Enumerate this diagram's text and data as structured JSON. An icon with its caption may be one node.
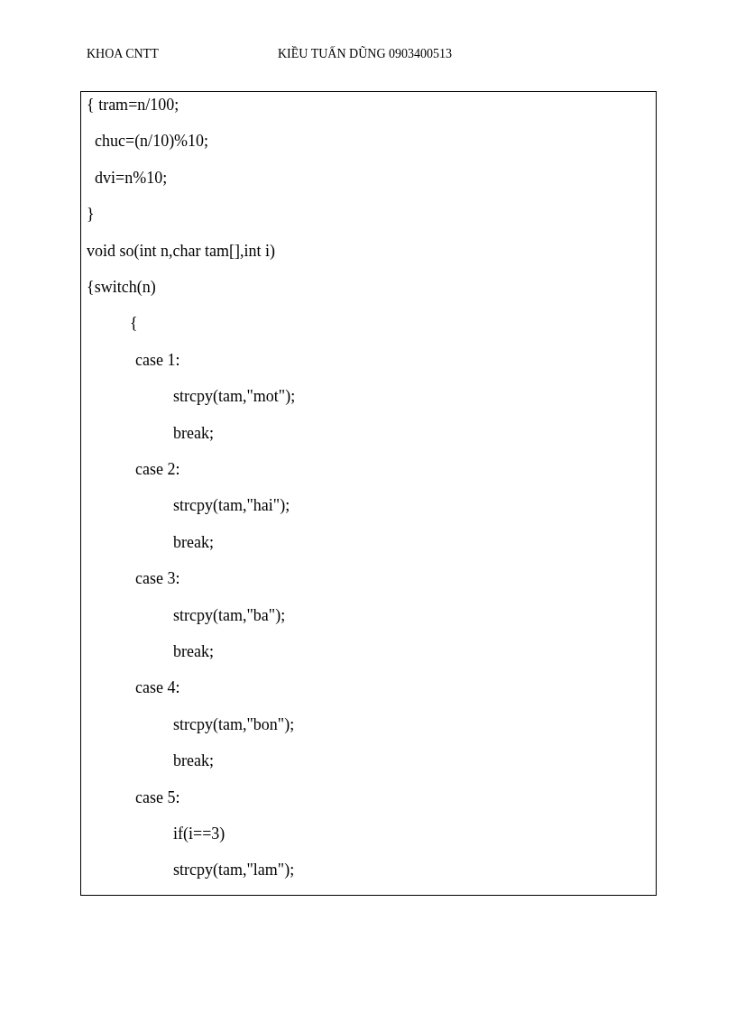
{
  "diagram": {
    "nodes": [
      {
        "text": [
          "{ tram=n/100;",
          "chuc=(n/10)%10;",
          "dvi=n%10;",
          "}",
          "void so(int n,char tam[],int i)",
          "{switch(n)",
          "{",
          "case 1:",
          "strcpy(tam,\"mot\");",
          "break;",
          "case 2:",
          "strcpy(tam,\"hai\");",
          "break;",
          "case 3:",
          "strcpy(tam,\"ba\");",
          "break;",
          "case 4:",
          "strcpy(tam,\"bon\");",
          "break;",
          "case 5:",
          "if(i==3)",
          "strcpy(tam,\"lam\");"
        ]
      }
    ],
    "labels": [
      "KHOA CNTT",
      "KIỀU TUẤN DŨNG 0903400513"
    ]
  }
}
